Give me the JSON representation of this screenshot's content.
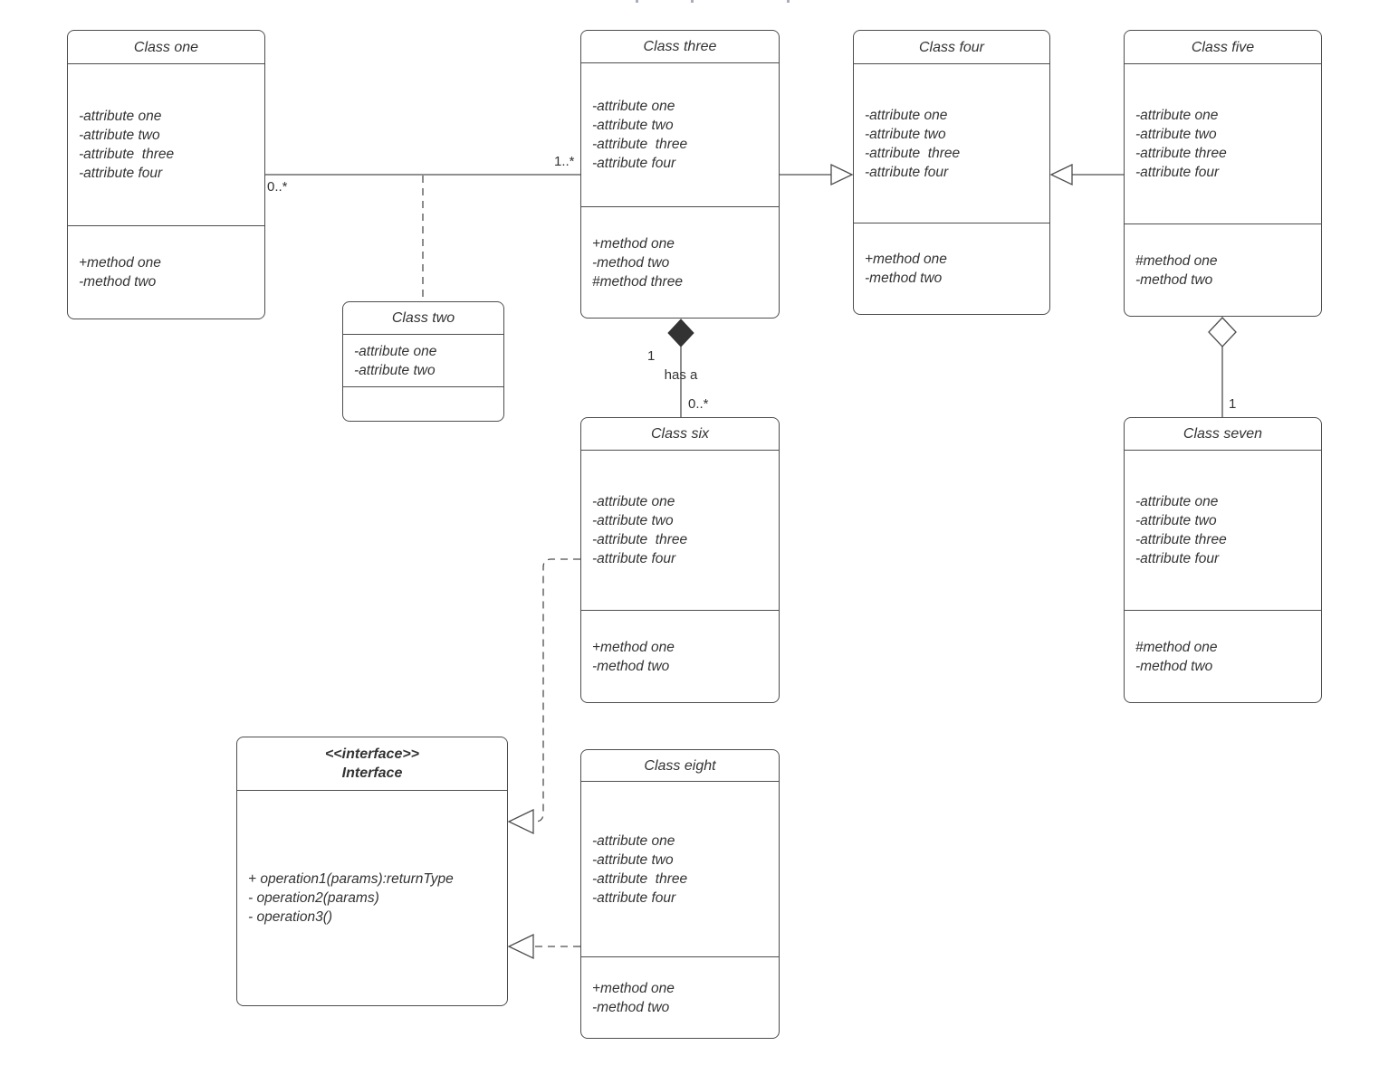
{
  "classes": {
    "one": {
      "title": "Class one",
      "attributes": [
        "-attribute one",
        "-attribute two",
        "-attribute  three",
        "-attribute four"
      ],
      "methods": [
        "+method one",
        "-method two"
      ]
    },
    "two": {
      "title": "Class two",
      "attributes": [
        "-attribute one",
        "-attribute two"
      ],
      "methods": []
    },
    "three": {
      "title": "Class three",
      "attributes": [
        "-attribute one",
        "-attribute two",
        "-attribute  three",
        "-attribute four"
      ],
      "methods": [
        "+method one",
        "-method two",
        "#method three"
      ]
    },
    "four": {
      "title": "Class four",
      "attributes": [
        "-attribute one",
        "-attribute two",
        "-attribute  three",
        "-attribute four"
      ],
      "methods": [
        "+method one",
        "-method two"
      ]
    },
    "five": {
      "title": "Class five",
      "attributes": [
        "-attribute one",
        "-attribute two",
        "-attribute three",
        "-attribute four"
      ],
      "methods": [
        "#method one",
        "-method two"
      ]
    },
    "six": {
      "title": "Class six",
      "attributes": [
        "-attribute one",
        "-attribute two",
        "-attribute  three",
        "-attribute four"
      ],
      "methods": [
        "+method one",
        "-method two"
      ]
    },
    "seven": {
      "title": "Class seven",
      "attributes": [
        "-attribute one",
        "-attribute two",
        "-attribute three",
        "-attribute four"
      ],
      "methods": [
        "#method one",
        "-method two"
      ]
    },
    "eight": {
      "title": "Class eight",
      "attributes": [
        "-attribute one",
        "-attribute two",
        "-attribute  three",
        "-attribute four"
      ],
      "methods": [
        "+method one",
        "-method two"
      ]
    },
    "interface": {
      "stereotype": "<<interface>>",
      "title": "Interface",
      "operations": [
        "+ operation1(params):returnType",
        "- operation2(params)",
        "- operation3()"
      ]
    }
  },
  "edge_labels": {
    "assoc_one_three_source": "0..*",
    "assoc_one_three_target": "1..*",
    "composition_whole": "1",
    "composition_name": "has a",
    "composition_part": "0..*",
    "aggregation_part": "1"
  },
  "relationships": [
    {
      "type": "association",
      "from": "Class one",
      "to": "Class three",
      "from_multiplicity": "0..*",
      "to_multiplicity": "1..*"
    },
    {
      "type": "association-class",
      "class": "Class two",
      "attached_to": "association Class one - Class three"
    },
    {
      "type": "generalization",
      "from": "Class three",
      "to": "Class four"
    },
    {
      "type": "generalization",
      "from": "Class five",
      "to": "Class four"
    },
    {
      "type": "composition",
      "whole": "Class three",
      "part": "Class six",
      "whole_multiplicity": "1",
      "name": "has a",
      "part_multiplicity": "0..*"
    },
    {
      "type": "aggregation",
      "whole": "Class five",
      "part": "Class seven",
      "part_multiplicity": "1"
    },
    {
      "type": "realization",
      "from": "Class six",
      "to": "Interface"
    },
    {
      "type": "realization",
      "from": "Class eight",
      "to": "Interface"
    }
  ],
  "colors": {
    "line": "#4d4d4d",
    "text": "#333333",
    "diamond_fill": "#333333",
    "background": "#ffffff"
  }
}
